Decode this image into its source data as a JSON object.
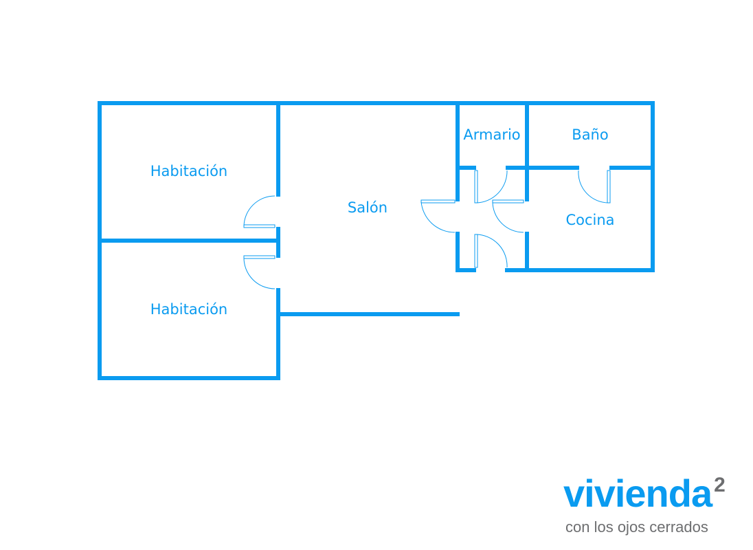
{
  "plan": {
    "rooms": [
      {
        "name": "Habitación"
      },
      {
        "name": "Habitación"
      },
      {
        "name": "Salón"
      },
      {
        "name": "Armario"
      },
      {
        "name": "Baño"
      },
      {
        "name": "Cocina"
      }
    ],
    "wall_color": "#0a9bf0"
  },
  "logo": {
    "brand": "vivienda",
    "superscript": "2",
    "tagline": "con los ojos cerrados",
    "brand_color": "#0a9bf0",
    "gray_color": "#6d6e70"
  }
}
